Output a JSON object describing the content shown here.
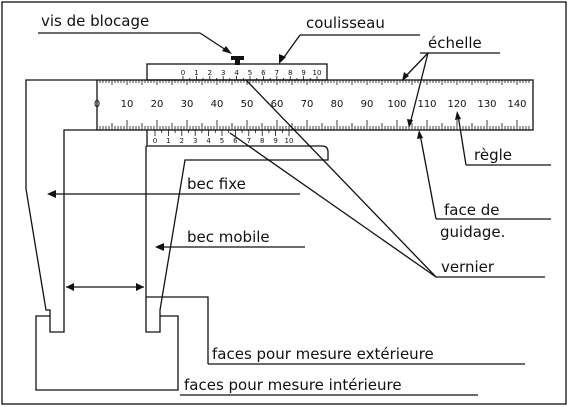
{
  "labels": {
    "vis_blocage": "vis de blocage",
    "coulisseau": "coulisseau",
    "echelle": "échelle",
    "regle": "règle",
    "bec_fixe": "bec fixe",
    "face_guidage_1": "face de",
    "face_guidage_2": "guidage.",
    "bec_mobile": "bec mobile",
    "vernier": "vernier",
    "faces_ext": "faces pour mesure  extérieure",
    "faces_int": "faces pour mesure intérieure"
  },
  "main_scale": [
    "0",
    "10",
    "20",
    "30",
    "40",
    "50",
    "60",
    "70",
    "80",
    "90",
    "100",
    "110",
    "120",
    "130",
    "140"
  ],
  "vernier_top": [
    "0",
    "1",
    "2",
    "3",
    "4",
    "5",
    "6",
    "7",
    "8",
    "9",
    "10"
  ],
  "vernier_bottom": [
    "0",
    "1",
    "2",
    "3",
    "4",
    "5",
    "6",
    "7",
    "8",
    "9",
    "10"
  ]
}
